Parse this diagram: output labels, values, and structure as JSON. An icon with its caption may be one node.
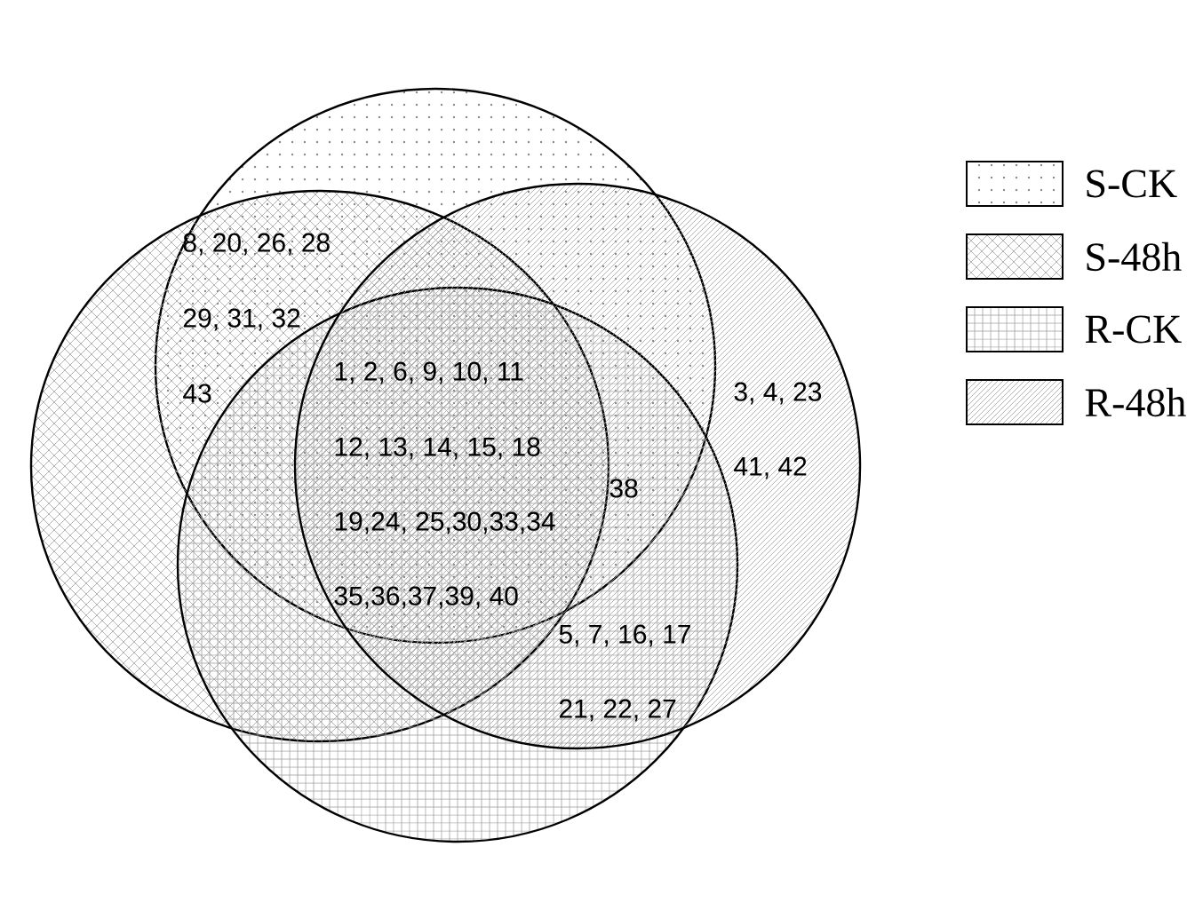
{
  "diagram": {
    "labels": [
      "8, 20, 26, 28",
      "29, 31, 32",
      "1, 2, 6, 9, 10, 11",
      "43",
      "3, 4, 23",
      "12, 13, 14, 15, 18",
      "41, 42",
      "38",
      "19,24, 25,30,33,34",
      "35,36,37,39, 40",
      "5, 7, 16, 17",
      "21, 22, 27"
    ],
    "legend": [
      {
        "text": "S-CK"
      },
      {
        "text": "S-48h"
      },
      {
        "text": "R-CK"
      },
      {
        "text": "R-48h"
      }
    ]
  }
}
